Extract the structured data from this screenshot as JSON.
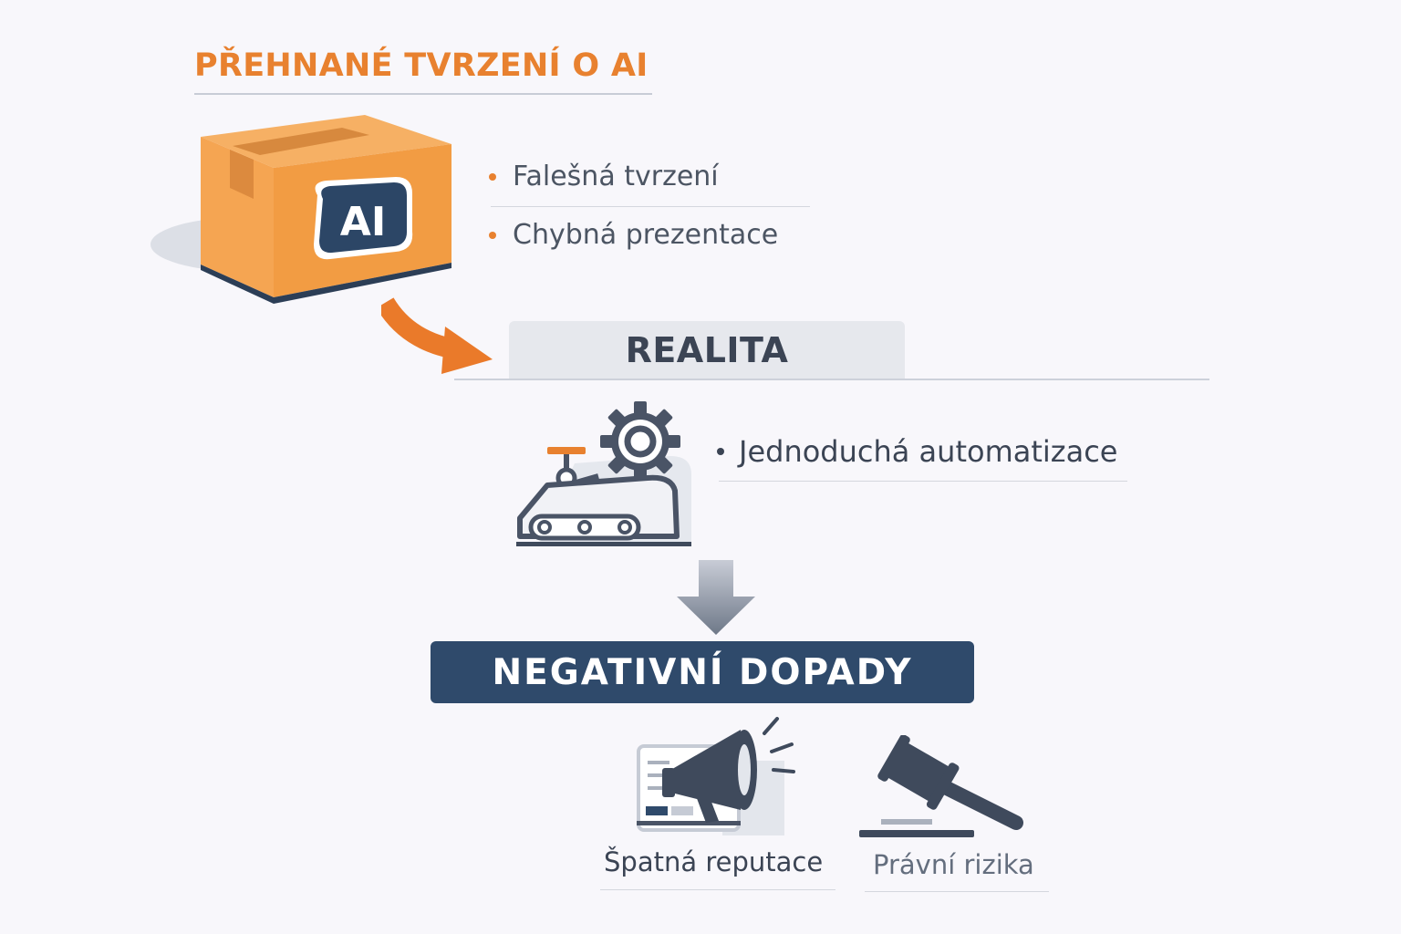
{
  "title": {
    "text": "PŘEHNANÉ TVRZENÍ O AI"
  },
  "box": {
    "badge_text": "AI"
  },
  "claims": [
    {
      "text": "Falešná tvrzení"
    },
    {
      "text": "Chybná prezentace"
    }
  ],
  "reality": {
    "heading": "REALITA",
    "item": "Jednoduchá automatizace"
  },
  "impacts": {
    "heading": "NEGATIVNÍ DOPADY",
    "items": [
      {
        "label": "Špatná reputace",
        "icon": "megaphone-icon"
      },
      {
        "label": "Právní rizika",
        "icon": "gavel-icon"
      }
    ]
  },
  "colors": {
    "accent_orange": "#e8812f",
    "navy": "#2f4a6b",
    "dark_text": "#3b4454",
    "gray_text": "#646e7e"
  }
}
